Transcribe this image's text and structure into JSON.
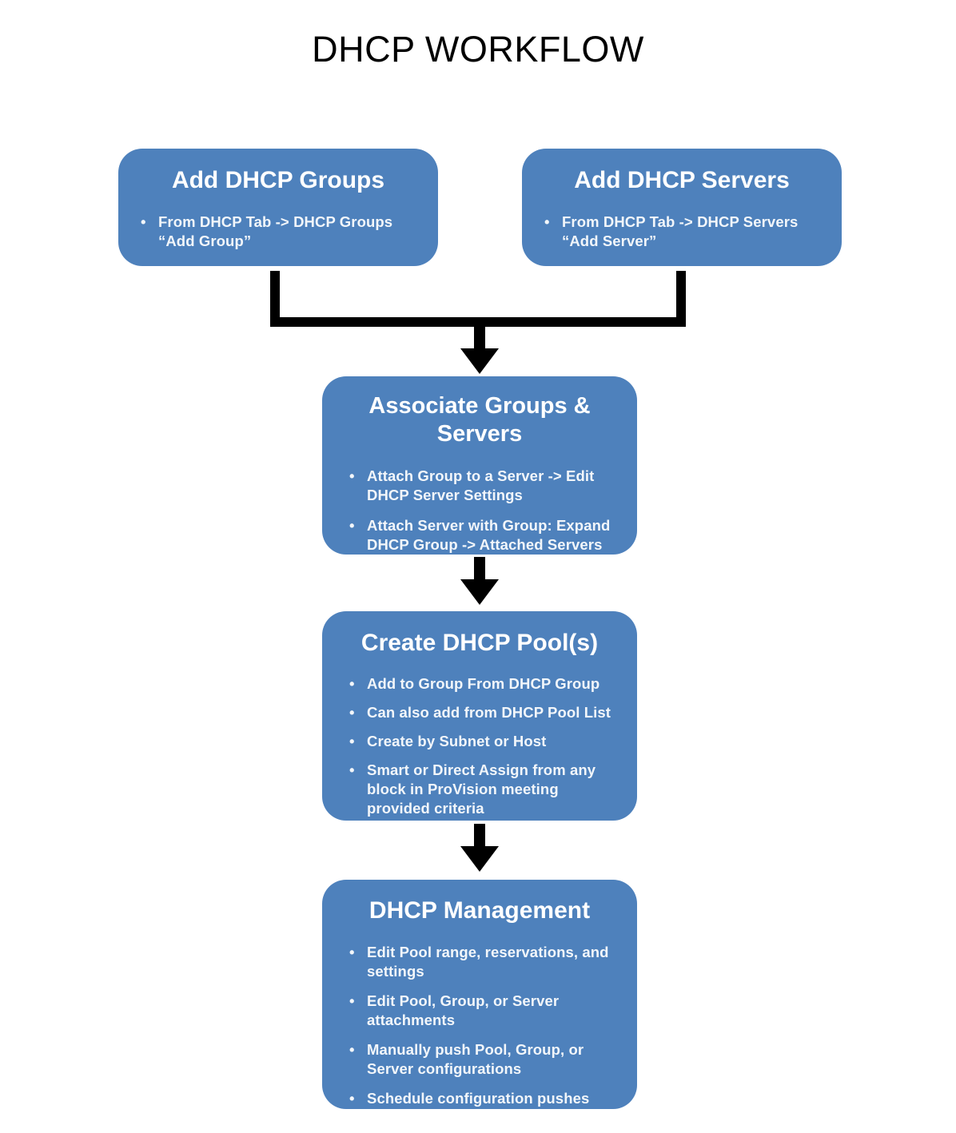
{
  "title": "DHCP WORKFLOW",
  "theme": {
    "box_color": "#4E81BC",
    "box_text_color": "#FFFFFF",
    "connector_color": "#000000",
    "background_color": "#FFFFFF"
  },
  "nodes": [
    {
      "id": "add-dhcp-groups",
      "title": "Add DHCP Groups",
      "bullets": [
        "From  DHCP Tab -> DHCP Groups “Add Group”"
      ]
    },
    {
      "id": "add-dhcp-servers",
      "title": "Add DHCP Servers",
      "bullets": [
        "From  DHCP Tab -> DHCP Servers “Add Server”"
      ]
    },
    {
      "id": "associate-groups-servers",
      "title": "Associate Groups & Servers",
      "bullets": [
        "Attach Group to a Server -> Edit DHCP Server Settings",
        "Attach Server with Group: Expand DHCP Group -> Attached Servers"
      ]
    },
    {
      "id": "create-dhcp-pools",
      "title": "Create DHCP Pool(s)",
      "bullets": [
        "Add to Group From DHCP Group",
        "Can also add from DHCP Pool List",
        "Create by Subnet or Host",
        "Smart or Direct Assign from any block in ProVision meeting provided criteria"
      ]
    },
    {
      "id": "dhcp-management",
      "title": "DHCP Management",
      "bullets": [
        "Edit Pool range, reservations, and settings",
        "Edit Pool, Group, or Server attachments",
        "Manually push Pool, Group, or Server configurations",
        "Schedule configuration pushes"
      ]
    }
  ],
  "bullet_glyph": "•",
  "connectors": [
    {
      "id": "merge-to-associate",
      "from": [
        "add-dhcp-groups",
        "add-dhcp-servers"
      ],
      "to": "associate-groups-servers",
      "style": "merge-arrow"
    },
    {
      "id": "associate-to-create",
      "from": [
        "associate-groups-servers"
      ],
      "to": "create-dhcp-pools",
      "style": "arrow"
    },
    {
      "id": "create-to-management",
      "from": [
        "create-dhcp-pools"
      ],
      "to": "dhcp-management",
      "style": "arrow"
    }
  ]
}
